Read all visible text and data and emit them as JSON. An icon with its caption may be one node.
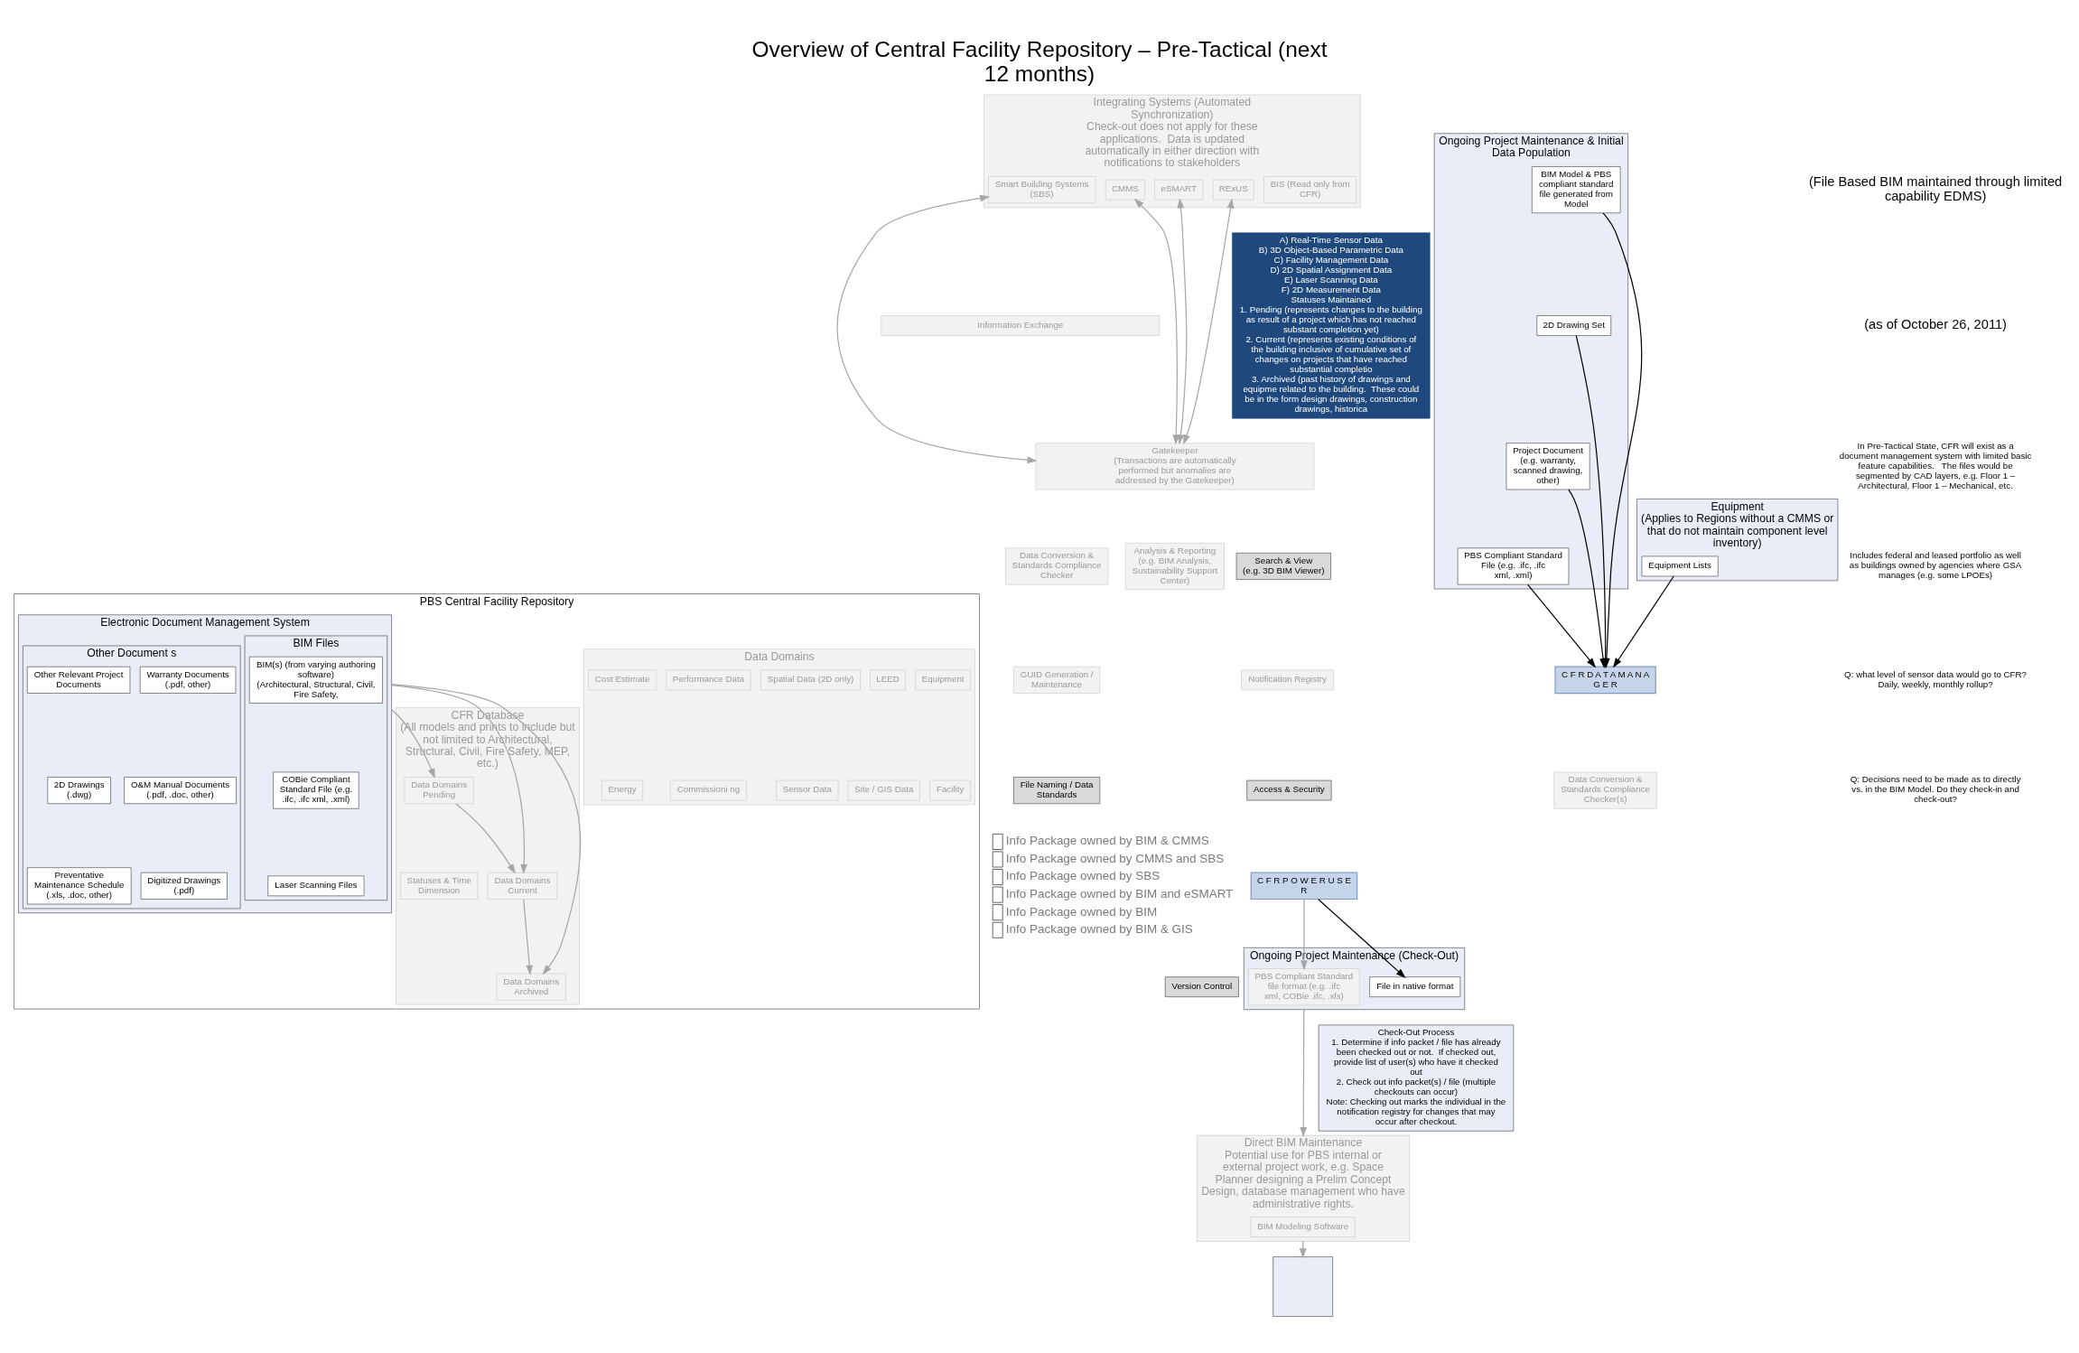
{
  "diagram": {
    "title": "Overview of Central Facility Repository – Pre-Tactical (next 12 months)",
    "nodes": [
      {
        "text": [
          "Integrating Systems (Automated Synchronization)",
          "Check-out does not apply for these applications.  Data is updated automatically in either direction with notifications to stakeholders"
        ]
      },
      {
        "text": [
          "Smart Building Systems (SBS)"
        ],
        "in": 0
      },
      {
        "text": [
          "CMMS"
        ],
        "in": 0
      },
      {
        "text": [
          "eSMART"
        ],
        "in": 0
      },
      {
        "text": [
          "RExUS"
        ],
        "in": 0
      },
      {
        "text": [
          "BIS (Read only from CFR)"
        ],
        "in": 0
      },
      {
        "text": [
          "Information Exchange"
        ]
      },
      {
        "text": [
          "Gatekeeper",
          "(Transactions are automatically performed but anomalies are addressed by the Gatekeeper)"
        ]
      },
      {
        "text": [
          "Data Conversion & Standards Compliance Checker"
        ]
      },
      {
        "text": [
          "Analysis & Reporting",
          "(e.g. BIM Analysis, Sustainability Support Center)"
        ]
      },
      {
        "text": [
          "Search & View",
          "(e.g. 3D BIM Viewer)"
        ]
      },
      {
        "text": [
          "GUID Generation / Maintenance"
        ]
      },
      {
        "text": [
          "PBS Central Facility Repository"
        ]
      },
      {
        "text": [
          "Data Domains"
        ],
        "in": 12
      },
      {
        "text": [
          "Equipment"
        ],
        "in": 13
      },
      {
        "text": [
          "LEED"
        ],
        "in": 13
      },
      {
        "text": [
          "Spatial Data (2D only)"
        ],
        "in": 13
      },
      {
        "text": [
          "Performance Data"
        ],
        "in": 13
      },
      {
        "text": [
          "Cost Estimate"
        ],
        "in": 13
      },
      {
        "text": [
          "Facility"
        ],
        "in": 13
      },
      {
        "text": [
          "Site / GIS Data"
        ],
        "in": 13
      },
      {
        "text": [
          "Sensor Data"
        ],
        "in": 13
      },
      {
        "text": [
          "Commissioni ng"
        ],
        "in": 13
      },
      {
        "text": [
          "Energy"
        ],
        "in": 13
      },
      {
        "text": [
          "CFR Database",
          "(All models and prints to include but not limited to Architectural, Structural, Civil, Fire Safety, MEP, etc.)"
        ],
        "in": 12
      },
      {
        "text": [
          "Statuses & Time Dimension"
        ],
        "in": 24
      },
      {
        "text": [
          "Data Domains",
          "Pending"
        ],
        "in": 24
      },
      {
        "text": [
          "Data Domains",
          "Current"
        ],
        "in": 24
      },
      {
        "text": [
          "Data Domains",
          "Archived"
        ],
        "in": 24
      },
      {
        "text": [
          "Electronic Document Management System"
        ],
        "in": 12
      },
      {
        "text": [
          "BIM Files"
        ],
        "in": 29
      },
      {
        "text": [
          "BIM(s) (from varying authoring software)",
          "(Architectural, Structural, Civil, Fire Safety,"
        ],
        "in": 30
      },
      {
        "text": [
          "COBie Compliant Standard File (e.g. .ifc, .ifc xml, .xml)"
        ],
        "in": 30
      },
      {
        "text": [
          "Laser Scanning Files"
        ],
        "in": 30
      },
      {
        "text": [
          "Other Document s"
        ],
        "in": 29
      },
      {
        "text": [
          "Warranty Documents (.pdf, other)"
        ],
        "in": 34
      },
      {
        "text": [
          "Other Relevant Project Documents"
        ],
        "in": 34
      },
      {
        "text": [
          "O&M Manual Documents (.pdf, .doc, other)"
        ],
        "in": 34
      },
      {
        "text": [
          "2D Drawings",
          "(.dwg)"
        ],
        "in": 34
      },
      {
        "text": [
          "Digitized Drawings (.pdf)"
        ],
        "in": 34
      },
      {
        "text": [
          "Preventative Maintenance Schedule (.xls, .doc, other)"
        ],
        "in": 34
      },
      {
        "text": [
          "Notification Registry"
        ]
      },
      {
        "text": [
          "Access & Security"
        ]
      },
      {
        "text": [
          "C F R P O W E R U S E R"
        ]
      },
      {
        "text": [
          "Version Control"
        ]
      },
      {
        "text": [
          "File Naming / Data Standards"
        ]
      },
      {
        "text": [
          "Ongoing Project Maintenance & Initial Data Population"
        ]
      },
      {
        "text": [
          "BIM Model & PBS compliant standard file generated from Model"
        ],
        "in": 46
      },
      {
        "text": [
          "2D Drawing Set"
        ],
        "in": 46
      },
      {
        "text": [
          "Project Document",
          "(e.g. warranty, scanned drawing, other)"
        ],
        "in": 46
      },
      {
        "text": [
          "PBS Compliant Standard File (e.g. .ifc, .ifc xml, .xml)"
        ],
        "in": 46
      },
      {
        "text": [
          "Equipment",
          "(Applies to Regions without a CMMS or that do not maintain component level inventory)"
        ]
      },
      {
        "text": [
          "Equipment Lists"
        ],
        "in": 51
      },
      {
        "text": [
          "C F R D A T A M A N A G E R"
        ]
      },
      {
        "text": [
          "Data Conversion & Standards Compliance Checker(s)"
        ]
      },
      {
        "text": [
          "Ongoing Project Maintenance (Check-Out)"
        ]
      },
      {
        "text": [
          "PBS Compliant Standard file format (e.g. .ifc xml, COBie .ifc, .xls)"
        ],
        "in": 55
      },
      {
        "text": [
          "File in native format"
        ],
        "in": 55
      },
      {
        "text": [
          "Check-Out Process",
          "1. Determine if info packet / file has already been checked out or not.  If checked out, provide list of user(s) who have it checked out",
          "2. Check out info packet(s) / file (multiple checkouts can occur)",
          "Note: Checking out marks the individual in the notification registry for changes that may occur after checkout."
        ]
      },
      {
        "text": [
          "Direct BIM Maintenance",
          "Potential use for PBS internal or external project work, e.g. Space Planner designing a Prelim Concept Design, database management who have administrative rights."
        ]
      },
      {
        "text": [
          "BIM Modeling Software"
        ],
        "in": 59
      },
      {
        "text": [
          "A) Real-Time Sensor Data",
          "B) 3D Object-Based Parametric Data",
          "C) Facility Management Data",
          "D) 2D Spatial Assignment Data",
          "E) Laser Scanning Data",
          "F) 2D Measurement Data",
          "Statuses Maintained",
          "1. Pending (represents changes to the building as result of a project which has not reached substant completion yet)",
          "2. Current (represents existing conditions of the building inclusive of cumulative set of changes on projects that have reached substantial completio",
          "3. Archived (past history of drawings and equipme related to the building.  These could be in the form design drawings, construction drawings, historica"
        ]
      },
      {
        "text": [],
        "shape": "box"
      }
    ],
    "edges": [
      {
        "from": 1,
        "to": 7,
        "arrow": "both"
      },
      {
        "from": 2,
        "to": 7,
        "arrow": "both"
      },
      {
        "from": 3,
        "to": 7,
        "arrow": "both"
      },
      {
        "from": 4,
        "to": 7,
        "arrow": "both"
      },
      {
        "from": 26,
        "to": 27,
        "arrow": "to"
      },
      {
        "from": 27,
        "to": 28,
        "arrow": "to"
      },
      {
        "from": 29,
        "to": 26,
        "arrow": "to"
      },
      {
        "from": 29,
        "to": 27,
        "arrow": "to"
      },
      {
        "from": 29,
        "to": 28,
        "arrow": "to"
      },
      {
        "from": 47,
        "to": 53,
        "arrow": "to",
        "color": "#000000"
      },
      {
        "from": 48,
        "to": 53,
        "arrow": "to",
        "color": "#000000"
      },
      {
        "from": 49,
        "to": 53,
        "arrow": "to",
        "color": "#000000"
      },
      {
        "from": 50,
        "to": 53,
        "arrow": "to",
        "color": "#000000"
      },
      {
        "from": 52,
        "to": 53,
        "arrow": "to",
        "color": "#000000"
      },
      {
        "from": 43,
        "to": 56,
        "arrow": "to"
      },
      {
        "from": 43,
        "to": 57,
        "arrow": "to",
        "color": "#000000"
      },
      {
        "from": 55,
        "to": 59,
        "arrow": "to"
      },
      {
        "from": 59,
        "to": 62,
        "arrow": "to"
      }
    ],
    "labels": [
      "(File Based BIM maintained through limited capability EDMS)",
      "(as of October 26, 2011)",
      "In Pre-Tactical State, CFR will exist as a document management system with limited basic feature capabilities.   The files would be segmented by CAD layers, e.g. Floor 1 – Architectural, Floor 1 – Mechanical, etc.",
      "Includes federal and leased portfolio as well as buildings owned by agencies where GSA manages (e.g. some LPOEs)",
      "Q: what level of sensor data would go to CFR? Daily, weekly, monthly rollup?",
      "Q: Decisions need to be made as to directly vs. in the BIM Model. Do they check-in and check-out?"
    ],
    "legend": [
      {
        "text": "Info Package owned by BIM & CMMS"
      },
      {
        "text": "Info Package owned by CMMS and SBS"
      },
      {
        "text": "Info Package owned by SBS"
      },
      {
        "text": "Info Package owned by BIM and eSMART"
      },
      {
        "text": "Info Package owned by BIM"
      },
      {
        "text": "Info Package owned by BIM & GIS"
      }
    ]
  }
}
